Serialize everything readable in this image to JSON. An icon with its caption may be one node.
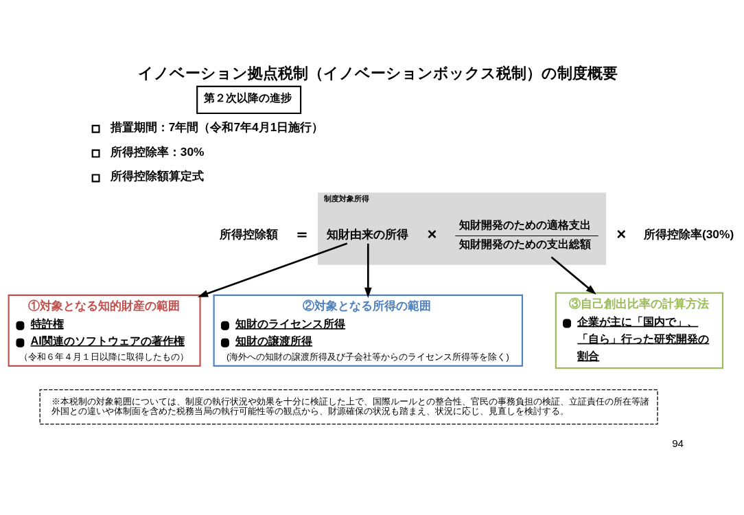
{
  "diagram": {
    "title": "イノベーション拠点税制（イノベーションボックス税制）の制度概要",
    "nodes": [
      {
        "text": [
          "第２次以降の進捗"
        ]
      },
      {
        "text": [
          "制度対象所得"
        ]
      },
      {
        "text": [
          "知財由来の所得"
        ],
        "in": 1
      },
      {
        "text": [
          "知財開発のための適格支出",
          "知財開発のための支出総額"
        ],
        "in": 1
      },
      {
        "text": [
          "①対象となる知的財産の範囲",
          "特許権",
          "AI関連のソフトウェアの著作権",
          "（令和６年４月１日以降に取得したもの）"
        ]
      },
      {
        "text": [
          "②対象となる所得の範囲",
          "知財のライセンス所得",
          "知財の譲渡所得",
          "(海外への知財の譲渡所得及び子会社等からのライセンス所得等を除く)"
        ]
      },
      {
        "text": [
          "③自己創出比率の計算方法",
          "企業が主に「国内で」、「自ら」行った研究開発の割合"
        ]
      },
      {
        "text": [
          "※本税制の対象範囲については、制度の執行状況や効果を十分に検証した上で、国際ルールとの整合性、官民の事務負担の検証、立証責任の所在等諸外国との違いや体制面を含めた税務当局の執行可能性等の観点から、財源確保の状況も踏まえ、状況に応じ、見直しを検討する。"
        ]
      }
    ],
    "edges": [
      {
        "from": 2,
        "to": 4,
        "arrow": "to"
      },
      {
        "from": 2,
        "to": 5,
        "arrow": "to"
      },
      {
        "from": 3,
        "to": 6,
        "arrow": "to"
      }
    ],
    "labels": [
      "措置期間：7年間（令和7年4月1日施行）",
      "所得控除率：30%",
      "所得控除額算定式",
      "所得控除額",
      "＝",
      "×",
      "×",
      "所得控除率(30%)",
      "94"
    ]
  }
}
